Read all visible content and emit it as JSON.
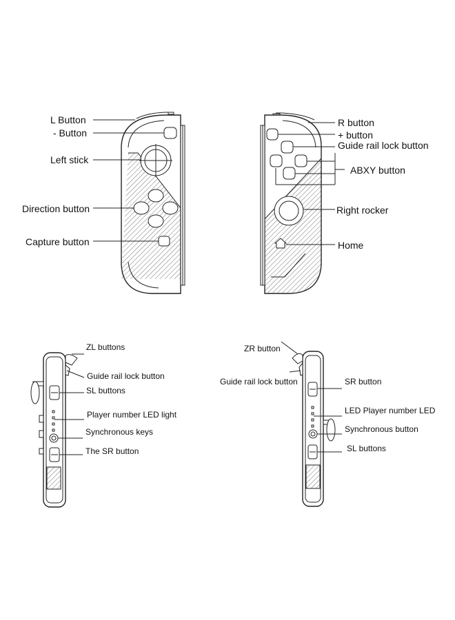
{
  "left_joycon_front": {
    "l_button": "L Button",
    "minus_button": "- Button",
    "left_stick": "Left stick",
    "direction_button": "Direction button",
    "capture_button": "Capture button"
  },
  "right_joycon_front": {
    "r_button": "R button",
    "plus_button": "+ button",
    "guide_rail_lock_button": "Guide rail lock button",
    "abxy_button": "ABXY button",
    "right_rocker": "Right rocker",
    "home": "Home"
  },
  "left_joycon_side": {
    "zl_buttons": "ZL buttons",
    "guide_rail_lock_button": "Guide rail lock button",
    "sl_buttons": "SL buttons",
    "player_number_led_light": "Player number LED light",
    "synchronous_keys": "Synchronous keys",
    "the_sr_button": "The SR button"
  },
  "right_joycon_side": {
    "zr_button": "ZR button",
    "guide_rail_lock_button": "Guide rail lock button",
    "sr_button": "SR button",
    "led_player_number_led": "LED Player number LED",
    "synchronous_button": "Synchronous button",
    "sl_buttons": "SL buttons"
  }
}
